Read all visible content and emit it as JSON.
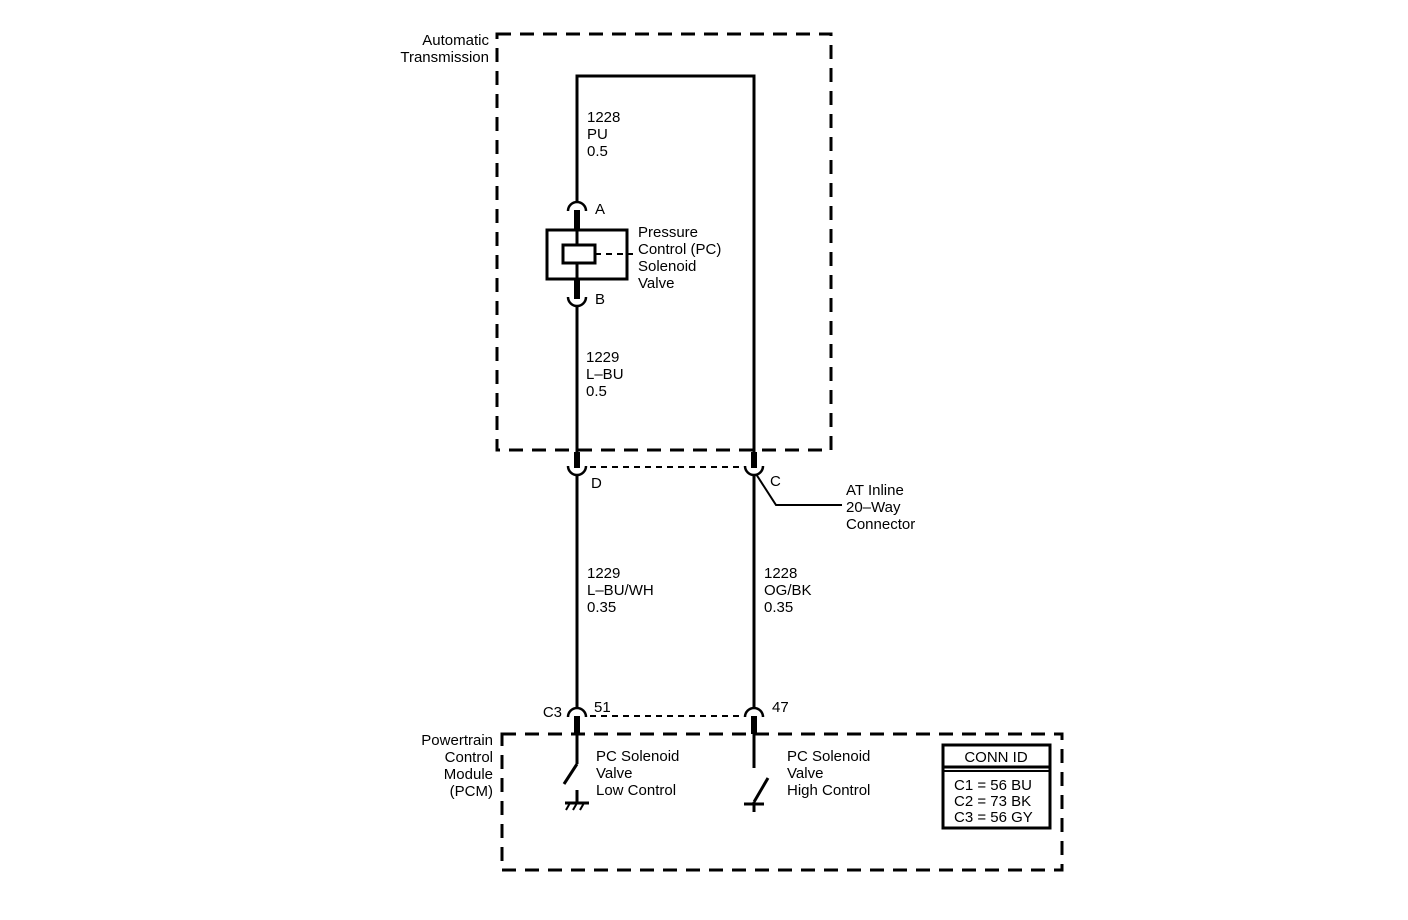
{
  "automatic_transmission": {
    "label_line1": "Automatic",
    "label_line2": "Transmission"
  },
  "wire_top": {
    "circuit": "1228",
    "color": "PU",
    "gauge": "0.5"
  },
  "solenoid": {
    "pin_a": "A",
    "pin_b": "B",
    "label_line1": "Pressure",
    "label_line2": "Control (PC)",
    "label_line3": "Solenoid",
    "label_line4": "Valve"
  },
  "wire_mid": {
    "circuit": "1229",
    "color": "L–BU",
    "gauge": "0.5"
  },
  "inline_connector": {
    "pin_d": "D",
    "pin_c": "C",
    "label_line1": "AT Inline",
    "label_line2": "20–Way",
    "label_line3": "Connector"
  },
  "wire_low_left": {
    "circuit": "1229",
    "color": "L–BU/WH",
    "gauge": "0.35"
  },
  "wire_low_right": {
    "circuit": "1228",
    "color": "OG/BK",
    "gauge": "0.35"
  },
  "pcm_connector": {
    "conn": "C3",
    "pin_51": "51",
    "pin_47": "47"
  },
  "pcm": {
    "label_line1": "Powertrain",
    "label_line2": "Control",
    "label_line3": "Module",
    "label_line4": "(PCM)",
    "low_line1": "PC Solenoid",
    "low_line2": "Valve",
    "low_line3": "Low Control",
    "high_line1": "PC Solenoid",
    "high_line2": "Valve",
    "high_line3": "High Control"
  },
  "conn_id": {
    "title": "CONN ID",
    "c1": "C1 = 56 BU",
    "c2": "C2 = 73 BK",
    "c3": "C3 = 56 GY"
  }
}
